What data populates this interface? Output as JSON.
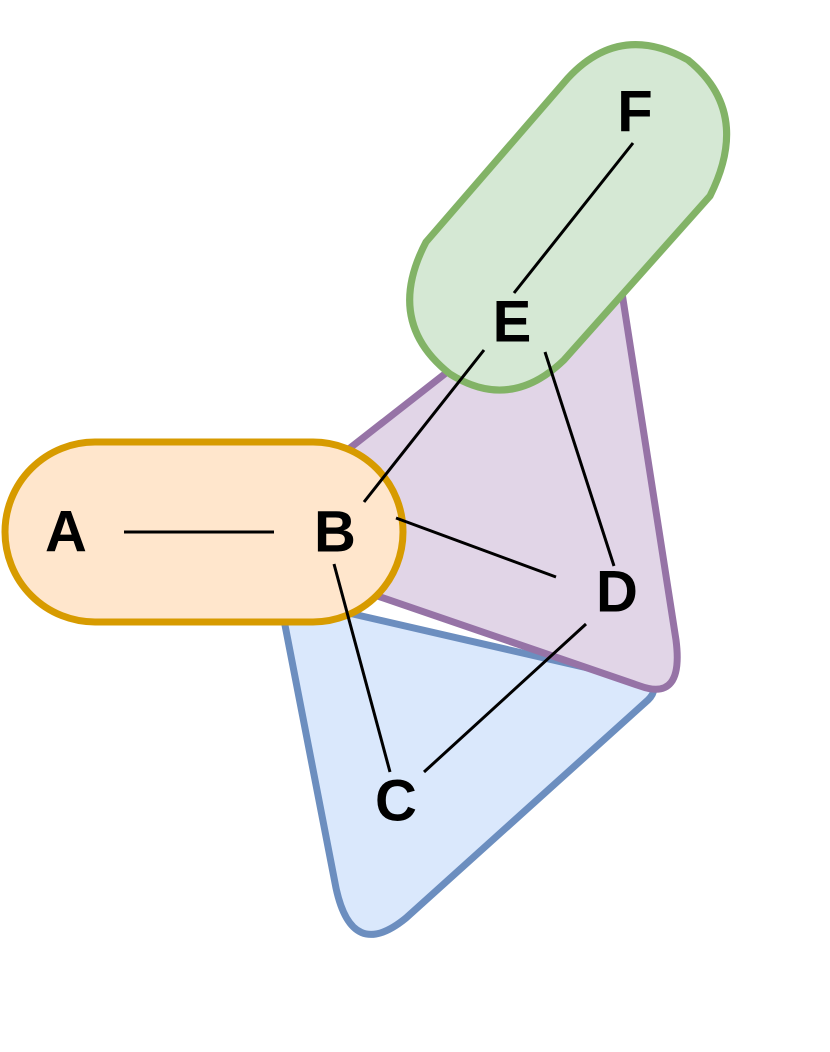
{
  "nodes": [
    {
      "id": "A",
      "label": "A"
    },
    {
      "id": "B",
      "label": "B"
    },
    {
      "id": "C",
      "label": "C"
    },
    {
      "id": "D",
      "label": "D"
    },
    {
      "id": "E",
      "label": "E"
    },
    {
      "id": "F",
      "label": "F"
    }
  ],
  "edges": [
    {
      "from": "A",
      "to": "B"
    },
    {
      "from": "B",
      "to": "C"
    },
    {
      "from": "B",
      "to": "D"
    },
    {
      "from": "B",
      "to": "E"
    },
    {
      "from": "C",
      "to": "D"
    },
    {
      "from": "D",
      "to": "E"
    },
    {
      "from": "E",
      "to": "F"
    }
  ],
  "groups": [
    {
      "id": "blue",
      "members": [
        "B",
        "C",
        "D"
      ],
      "fill": "#dae8fc",
      "stroke": "#6c8ebf"
    },
    {
      "id": "purple",
      "members": [
        "B",
        "D",
        "E"
      ],
      "fill": "#e1d5e7",
      "stroke": "#9673a6"
    },
    {
      "id": "green",
      "members": [
        "E",
        "F"
      ],
      "fill": "#d5e8d4",
      "stroke": "#82b366"
    },
    {
      "id": "orange",
      "members": [
        "A",
        "B"
      ],
      "fill": "#ffe6cc",
      "stroke": "#d79b00"
    }
  ]
}
